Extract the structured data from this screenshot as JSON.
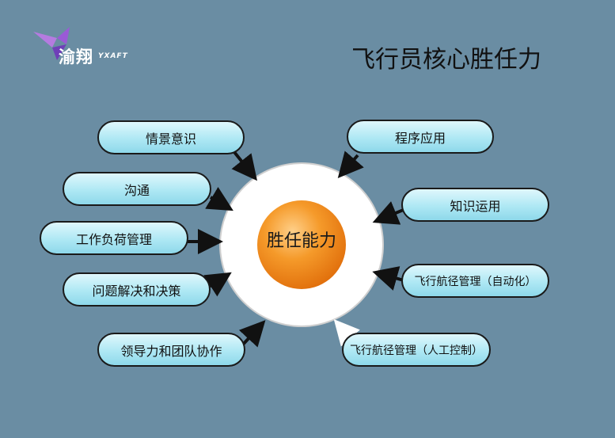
{
  "logo": {
    "name": "渝翔",
    "sub": "YXAFT"
  },
  "slide_title": "飞行员核心胜任力",
  "center": "胜任能力",
  "left_items": [
    "情景意识",
    "沟通",
    "工作负荷管理",
    "问题解决和决策",
    "领导力和团队协作"
  ],
  "right_items": [
    "程序应用",
    "知识运用",
    "飞行航径管理（自动化）",
    "飞行航径管理（人工控制）"
  ],
  "colors": {
    "background": "#6a8da3",
    "orb": "#f08a1e",
    "pill": "#aee8f4",
    "arrow_accent": "#ffffff"
  }
}
